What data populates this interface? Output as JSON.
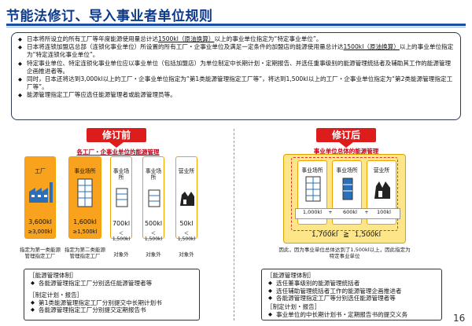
{
  "title": "节能法修订、导入事业者单位规则",
  "top_bullets": [
    {
      "pre": "日本将所设立的所有工厂等年度能源使用量总计达",
      "u": "1500kl（原油换算）",
      "post": "以上的事业单位指定为“特定事业单位”。"
    },
    {
      "pre": "日本将连锁加盟店总部（连锁化事业单位）所设置的所有工厂・企事业单位及满足一定条件的加盟店的能源使用量总计达",
      "u": "1500kl（原油换算）",
      "post": "以上的事业单位指定为“特定连锁化事业单位”。"
    },
    {
      "pre": "特定事业单位、特定连锁化事业单位应以事业单位（包括加盟店）为单位制定中长期计划・定期报告、并选任重事级别的能源管理统括者及辅助其工作的能源管理企画推进者等。",
      "u": "",
      "post": ""
    },
    {
      "pre": "同时，日本还将达到3,000kl以上的工厂・企事业单位指定为“第1类能源管理指定工厂等”，将达到1,500kl以上的工厂・企事业单位指定为“第2类能源管理指定工厂等”。",
      "u": "",
      "post": ""
    },
    {
      "pre": "能源管理指定工厂等应选任能源管理者或能源管理员等。",
      "u": "",
      "post": ""
    }
  ],
  "left": {
    "header": "修订前",
    "subheader": "各工厂・企事业单位的能源管理",
    "cols": [
      {
        "label": "工厂",
        "value": "3,600kl",
        "value2": "≥3,000kl",
        "note": "指定为第一类能源管理指定工厂"
      },
      {
        "label": "事业场所",
        "value": "1,600kl",
        "value2": "≥1,500kl",
        "note": "指定为第二类能源管理指定工厂"
      },
      {
        "label": "事业场所",
        "value": "700kl",
        "value2": "＜1,500kl",
        "note": "对象外"
      },
      {
        "label": "事业场所",
        "value": "500kl",
        "value2": "＜1,500kl",
        "note": "对象外"
      },
      {
        "label": "营业所",
        "value": "50kl",
        "value2": "＜1,500kl",
        "note": "对象外"
      }
    ],
    "bottom": {
      "h1": "［能源管理体制］",
      "i1": [
        "各能源管理指定工厂分别选任能源管理者等"
      ],
      "h2": "［制定计划・报告］",
      "i2": [
        "第1类能源管理指定工厂分别提交中长期计划书",
        "各能源管理指定工厂分别提交定期报告书"
      ]
    }
  },
  "right": {
    "header": "修订后",
    "subheader": "事业单位总体的能源管理",
    "cols": [
      {
        "label": "事业场所",
        "value": "1,000kl"
      },
      {
        "label": "事业场所",
        "value": "600kl"
      },
      {
        "label": "营业所",
        "value": "100kl"
      }
    ],
    "sum": "1,700kl",
    "ge": "≧",
    "threshold": "1,500kl",
    "note": "因此，因为事业单位总体达到了1,500kl以上，因此指定为特定事业单位",
    "bottom": {
      "h1": "［能源管理体制］",
      "i1": [
        "选任董事级别的能源管理统括者",
        "选任辅助管理统括者工作的能源管理企画推进者",
        "各能源管理指定工厂等分别选任能源管理者等"
      ],
      "h2": "［制定计划・报告］",
      "i2": [
        "事业单位的中长期计划书・定期报告书的提交义务"
      ]
    }
  },
  "page_number": "16",
  "colors": {
    "accent_red": "#dd1c1c",
    "orange": "#f8a21d",
    "title_blue": "#0b3a8d"
  }
}
